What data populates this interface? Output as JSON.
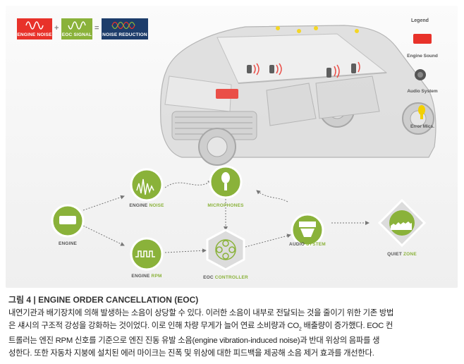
{
  "tags": {
    "engine_noise": "ENGINE NOISE",
    "eoc_signal": "EOC SIGNAL",
    "noise_reduction": "NOISE REDUCTION",
    "plus": "+",
    "equals": "=",
    "colors": {
      "red": "#e8322a",
      "green": "#8ab23a",
      "navy": "#1d3d6b"
    }
  },
  "legend": {
    "title": "Legend",
    "items": [
      {
        "label": "Engine Sound",
        "icon": "engine-sound-icon"
      },
      {
        "label": "Audio System",
        "icon": "speaker-icon"
      },
      {
        "label": "Error Mics.",
        "icon": "microphone-icon"
      }
    ]
  },
  "flow": {
    "engine": "ENGINE",
    "engine_noise_a": "ENGINE ",
    "engine_noise_b": "NOISE",
    "engine_rpm_a": "ENGINE ",
    "engine_rpm_b": "RPM",
    "microphones": "MICROPHONES",
    "eoc_controller_a": "EOC ",
    "eoc_controller_b": "CONTROLLER",
    "audio_system_a": "AUDIO ",
    "audio_system_b": "SYSTEM",
    "quiet_zone_a": "QUIET ",
    "quiet_zone_b": "ZONE"
  },
  "caption": {
    "fig": "그림 4 | ",
    "title": "ENGINE ORDER CANCELLATION (EOC)",
    "line1": "내연기관과 배기장치에 의해 발생하는 소음이 상당할 수 있다. 이러한 소음이 내부로 전달되는 것을 줄이기 위한 기존 방법",
    "line2a": "은 섀시의 구조적 강성을 강화하는 것이었다. 이로 인해 차량 무게가 늘어 연료 소비량과 CO",
    "line2sub": "2",
    "line2b": " 배출량이 증가했다. EOC 컨",
    "line3": "트롤러는 엔진 RPM 신호를 기준으로 엔진 진동 유발 소음(engine vibration-induced noise)과 반대 위상의 음파를 생",
    "line4": "성한다. 또한 자동차 지붕에 설치된 에러 마이크는 진폭 및 위상에 대한 피드백을 제공해 소음 제거 효과를 개선한다."
  }
}
